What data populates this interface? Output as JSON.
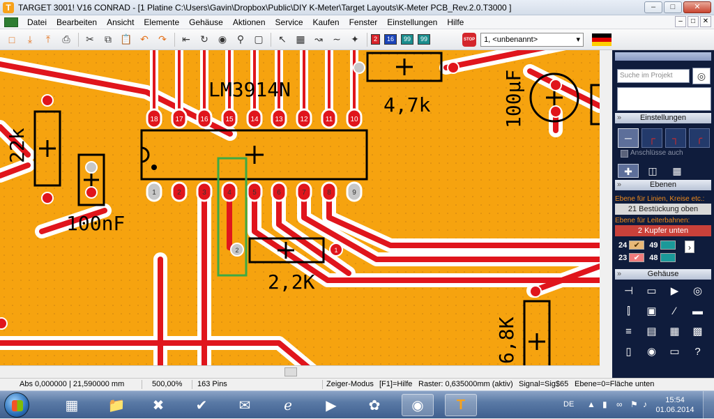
{
  "window": {
    "title": "TARGET 3001! V16 CONRAD - [1 Platine C:\\Users\\Gavin\\Dropbox\\Public\\DIY K-Meter\\Target Layouts\\K-Meter PCB_Rev.2.0.T3000 ]",
    "logo_letter": "T",
    "min_glyph": "–",
    "restore_glyph": "□",
    "close_glyph": "✕"
  },
  "menu": {
    "items": [
      "Datei",
      "Bearbeiten",
      "Ansicht",
      "Elemente",
      "Gehäuse",
      "Aktionen",
      "Service",
      "Kaufen",
      "Fenster",
      "Einstellungen",
      "Hilfe"
    ],
    "mdi_min": "–",
    "mdi_restore": "□",
    "mdi_close": "✕"
  },
  "toolbar": {
    "layer_chips": [
      {
        "label": "2",
        "color": "#d9232a"
      },
      {
        "label": "16",
        "color": "#1a44b8"
      },
      {
        "label": "99",
        "color": "#1a8d8d"
      },
      {
        "label": "99",
        "color": "#1a8d8d"
      }
    ],
    "stop_label": "STOP",
    "layout_select_value": "1, <unbenannt>",
    "icons": [
      "new-icon",
      "import-icon",
      "export-icon",
      "print-icon",
      "cut-icon",
      "copy-icon",
      "paste-icon",
      "undo-icon",
      "redo-icon",
      "exit-icon",
      "refresh-icon",
      "eye-icon",
      "zoom-icon",
      "zoom-fit-icon",
      "pointer-icon",
      "component-icon",
      "route-icon",
      "wire-icon",
      "magic-icon"
    ]
  },
  "pcb": {
    "ic_label": "LM3914N",
    "ic_top_pins": [
      "18",
      "17",
      "16",
      "15",
      "14",
      "13",
      "12",
      "11",
      "10"
    ],
    "ic_bottom_pins": [
      "1",
      "2",
      "3",
      "4",
      "5",
      "6",
      "7",
      "8",
      "9"
    ],
    "labels": {
      "r_top": "4,7k",
      "cap_100uF": "100µF",
      "r_22k": "22k",
      "c_100nF": "100nF",
      "r_2_2k": "2,2K",
      "r_6_8k": "6,8K"
    },
    "pad_numbers": [
      "2",
      "1"
    ],
    "colors": {
      "board": "#f6a30f",
      "copper": "#e0151c",
      "silk": "#000000",
      "clearance": "#ffffff",
      "selection": "#3daa44",
      "pad": "#c7c7c7"
    }
  },
  "panel": {
    "search_placeholder": "Suche im Projekt",
    "sections": {
      "settings": "Einstellungen",
      "layers": "Ebenen",
      "packages": "Gehäuse"
    },
    "connections_label": "Anschlüsse auch",
    "lines_layer_caption": "Ebene für Linien, Kreise etc.:",
    "lines_layer_value": "21 Bestückung oben",
    "tracks_layer_caption": "Ebene für Leiterbahnen:",
    "tracks_layer_value": "2 Kupfer unten",
    "layer_rows": [
      {
        "num": "24",
        "check": "✔",
        "num2": "49"
      },
      {
        "num": "23",
        "check": "✔",
        "num2": "48"
      }
    ],
    "more_glyph": "›",
    "package_icons": [
      "transistor-icon",
      "resistor-icon",
      "diode-icon",
      "pot-icon",
      "capacitor-icon",
      "regulator-icon",
      "switch-icon",
      "fuse-icon",
      "resistor-pack-icon",
      "ic-dip-icon",
      "ic-socket-icon",
      "qfp-icon",
      "crystal-icon",
      "trimmer-icon",
      "connector-icon",
      "help-icon"
    ],
    "package_glyphs": [
      "⊣",
      "▭",
      "▶",
      "◎",
      "⫿",
      "▣",
      "∕",
      "▬",
      "≡",
      "▤",
      "▦",
      "▩",
      "▯",
      "◉",
      "▭",
      "?"
    ]
  },
  "status": {
    "coords": "Abs 0,000000 | 21,590000 mm",
    "zoom": "500,00%",
    "pins": "163 Pins",
    "mode": "Zeiger-Modus",
    "help": "[F1]=Hilfe",
    "grid": "Raster: 0,635000mm (aktiv)",
    "signal": "Signal=Sig$65",
    "layer": "Ebene=0=Fläche unten"
  },
  "taskbar": {
    "apps": [
      "calculator-icon",
      "explorer-icon",
      "snipping-icon",
      "tasks-icon",
      "thunderbird-icon",
      "ie-icon",
      "media-icon",
      "gimp-icon",
      "firefox-icon",
      "target-icon"
    ],
    "language": "DE",
    "time": "15:54",
    "date": "01.06.2014"
  }
}
